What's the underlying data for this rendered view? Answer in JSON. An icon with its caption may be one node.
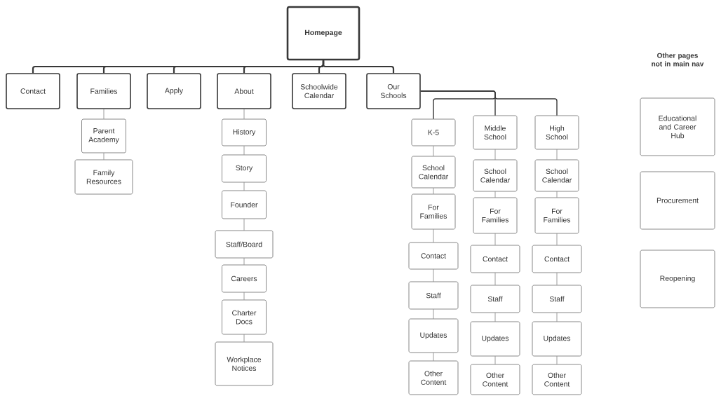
{
  "diagram": {
    "nodes": [
      {
        "text": [
          "Homepage"
        ]
      },
      {
        "text": [
          "Contact"
        ]
      },
      {
        "text": [
          "Families"
        ]
      },
      {
        "text": [
          "Apply"
        ]
      },
      {
        "text": [
          "About"
        ]
      },
      {
        "text": [
          "Schoolwide Calendar"
        ]
      },
      {
        "text": [
          "Our Schools"
        ]
      },
      {
        "text": [
          "Parent Academy"
        ]
      },
      {
        "text": [
          "Family Resources"
        ]
      },
      {
        "text": [
          "History"
        ]
      },
      {
        "text": [
          "Story"
        ]
      },
      {
        "text": [
          "Founder"
        ]
      },
      {
        "text": [
          "Staff/Board"
        ]
      },
      {
        "text": [
          "Careers"
        ]
      },
      {
        "text": [
          "Charter Docs"
        ]
      },
      {
        "text": [
          "Workplace Notices"
        ]
      },
      {
        "text": [
          "K-5"
        ]
      },
      {
        "text": [
          "Middle School"
        ]
      },
      {
        "text": [
          "High School"
        ]
      },
      {
        "text": [
          "School Calendar"
        ]
      },
      {
        "text": [
          "For Families"
        ]
      },
      {
        "text": [
          "Contact"
        ]
      },
      {
        "text": [
          "Staff"
        ]
      },
      {
        "text": [
          "Updates"
        ]
      },
      {
        "text": [
          "Other Content"
        ]
      },
      {
        "text": [
          "School Calendar"
        ]
      },
      {
        "text": [
          "For Families"
        ]
      },
      {
        "text": [
          "Contact"
        ]
      },
      {
        "text": [
          "Staff"
        ]
      },
      {
        "text": [
          "Updates"
        ]
      },
      {
        "text": [
          "Other Content"
        ]
      },
      {
        "text": [
          "School Calendar"
        ]
      },
      {
        "text": [
          "For Families"
        ]
      },
      {
        "text": [
          "Contact"
        ]
      },
      {
        "text": [
          "Staff"
        ]
      },
      {
        "text": [
          "Updates"
        ]
      },
      {
        "text": [
          "Other Content"
        ]
      },
      {
        "text": [
          "Educational and Career Hub"
        ]
      },
      {
        "text": [
          "Procurement"
        ]
      },
      {
        "text": [
          "Reopening"
        ]
      }
    ],
    "edges": [
      {
        "from": 0,
        "to": 1,
        "arrow": "none",
        "style": "thick"
      },
      {
        "from": 0,
        "to": 2,
        "arrow": "none",
        "style": "thick"
      },
      {
        "from": 0,
        "to": 3,
        "arrow": "none",
        "style": "thick"
      },
      {
        "from": 0,
        "to": 4,
        "arrow": "none",
        "style": "thick"
      },
      {
        "from": 0,
        "to": 5,
        "arrow": "none",
        "style": "thick"
      },
      {
        "from": 0,
        "to": 6,
        "arrow": "none",
        "style": "thick"
      },
      {
        "from": 2,
        "to": 7,
        "arrow": "none"
      },
      {
        "from": 7,
        "to": 8,
        "arrow": "none"
      },
      {
        "from": 4,
        "to": 9,
        "arrow": "none"
      },
      {
        "from": 9,
        "to": 10,
        "arrow": "none"
      },
      {
        "from": 10,
        "to": 11,
        "arrow": "none"
      },
      {
        "from": 11,
        "to": 12,
        "arrow": "none"
      },
      {
        "from": 12,
        "to": 13,
        "arrow": "none"
      },
      {
        "from": 13,
        "to": 14,
        "arrow": "none"
      },
      {
        "from": 14,
        "to": 15,
        "arrow": "none"
      },
      {
        "from": 6,
        "to": 16,
        "arrow": "none"
      },
      {
        "from": 6,
        "to": 17,
        "arrow": "none"
      },
      {
        "from": 6,
        "to": 18,
        "arrow": "none"
      },
      {
        "from": 16,
        "to": 19,
        "arrow": "none"
      },
      {
        "from": 19,
        "to": 20,
        "arrow": "none"
      },
      {
        "from": 20,
        "to": 21,
        "arrow": "none"
      },
      {
        "from": 21,
        "to": 22,
        "arrow": "none"
      },
      {
        "from": 22,
        "to": 23,
        "arrow": "none"
      },
      {
        "from": 23,
        "to": 24,
        "arrow": "none"
      },
      {
        "from": 17,
        "to": 25,
        "arrow": "none"
      },
      {
        "from": 25,
        "to": 26,
        "arrow": "none"
      },
      {
        "from": 26,
        "to": 27,
        "arrow": "none"
      },
      {
        "from": 27,
        "to": 28,
        "arrow": "none"
      },
      {
        "from": 28,
        "to": 29,
        "arrow": "none"
      },
      {
        "from": 29,
        "to": 30,
        "arrow": "none"
      },
      {
        "from": 18,
        "to": 31,
        "arrow": "none"
      },
      {
        "from": 31,
        "to": 32,
        "arrow": "none"
      },
      {
        "from": 32,
        "to": 33,
        "arrow": "none"
      },
      {
        "from": 33,
        "to": 34,
        "arrow": "none"
      },
      {
        "from": 34,
        "to": 35,
        "arrow": "none"
      },
      {
        "from": 35,
        "to": 36,
        "arrow": "none"
      }
    ],
    "labels": [
      "Other pages not in main nav"
    ]
  }
}
